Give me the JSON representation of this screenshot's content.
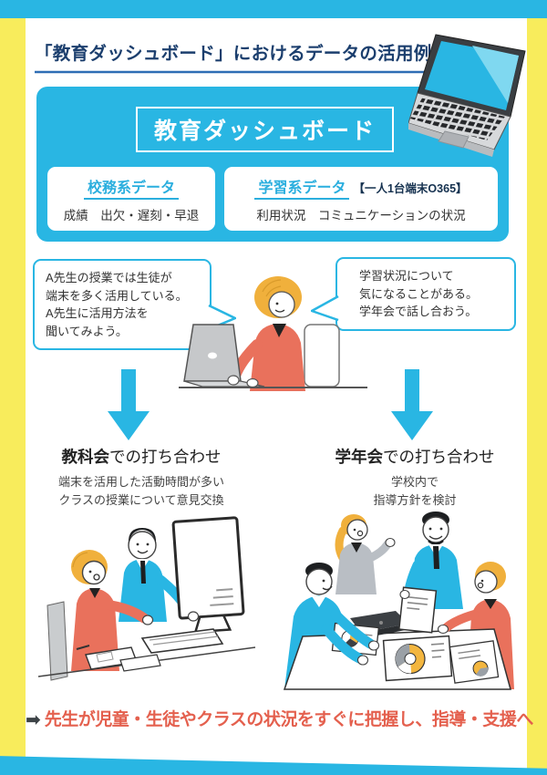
{
  "header": {
    "title": "「教育ダッシュボード」におけるデータの活用例"
  },
  "dashboard": {
    "label": "教育ダッシュボード",
    "sources": [
      {
        "heading": "校務系データ",
        "suffix": "",
        "items": "成績　出欠・遅刻・早退"
      },
      {
        "heading": "学習系データ",
        "suffix": "【一人1台端末O365】",
        "items": "利用状況　コミュニケーションの状況"
      }
    ]
  },
  "bubbles": [
    {
      "lines": [
        "A先生の授業では生徒が",
        "端末を多く活用している。",
        "A先生に活用方法を",
        "聞いてみよう。"
      ]
    },
    {
      "lines": [
        "学習状況について",
        "気になることがある。",
        "学年会で話し合おう。"
      ]
    }
  ],
  "meetings": [
    {
      "highlight": "教科会",
      "rest": "での打ち合わせ",
      "desc": [
        "端末を活用した活動時間が多い",
        "クラスの授業について意見交換"
      ]
    },
    {
      "highlight": "学年会",
      "rest": "での打ち合わせ",
      "desc": [
        "学校内で",
        "指導方針を検討"
      ]
    }
  ],
  "conclusion": {
    "arrow": "➡",
    "text": "先生が児童・生徒やクラスの状況をすぐに把握し、指導・支援へ"
  },
  "illustrations": {
    "top_right": "laptop",
    "center": "teacher-at-laptop",
    "bottom_left": "two-teachers-at-monitor",
    "bottom_right": "four-teachers-meeting"
  },
  "colors": {
    "cyan": "#29b6e3",
    "yellow": "#f8ec5c",
    "navy_title": "#1c3f6e",
    "underline_blue": "#2e6db4",
    "conclusion_coral": "#e4604e",
    "jacket_coral": "#e9715c",
    "hair_yellow": "#f0b03c",
    "suit_gray": "#b9bec4",
    "ink": "#333333"
  }
}
